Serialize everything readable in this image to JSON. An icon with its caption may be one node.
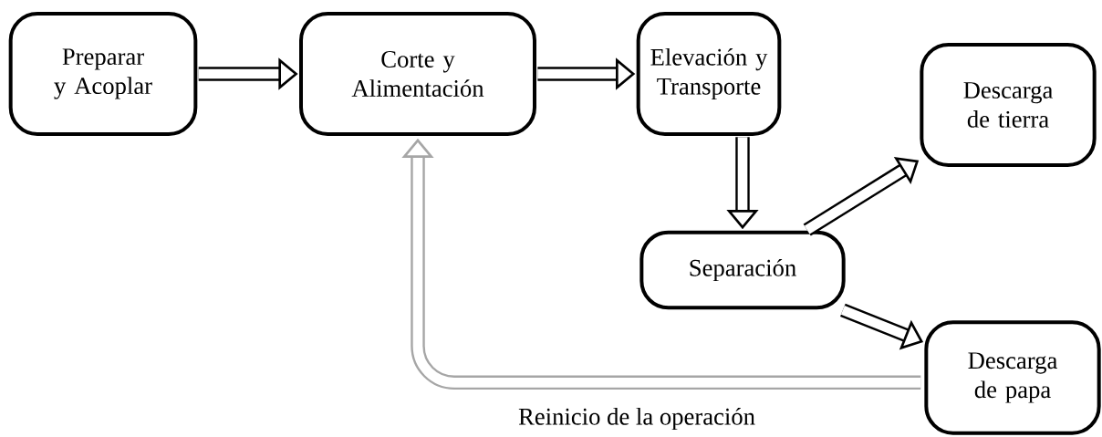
{
  "diagram": {
    "nodes": [
      {
        "text": [
          "Preparar y Acoplar"
        ]
      },
      {
        "text": [
          "Corte y Alimentación"
        ]
      },
      {
        "text": [
          "Elevación y Transporte"
        ]
      },
      {
        "text": [
          "Descarga de tierra"
        ]
      },
      {
        "text": [
          "Separación"
        ]
      },
      {
        "text": [
          "Descarga de papa"
        ]
      }
    ],
    "edges": [
      {
        "from": 0,
        "to": 1,
        "arrow": "to"
      },
      {
        "from": 1,
        "to": 2,
        "arrow": "to"
      },
      {
        "from": 2,
        "to": 4,
        "arrow": "to"
      },
      {
        "from": 4,
        "to": 3,
        "arrow": "to"
      },
      {
        "from": 4,
        "to": 5,
        "arrow": "to"
      },
      {
        "from": 5,
        "to": 1,
        "arrow": "to",
        "label": "Reinicio de la operación",
        "color": "#a6a6a6"
      }
    ]
  }
}
